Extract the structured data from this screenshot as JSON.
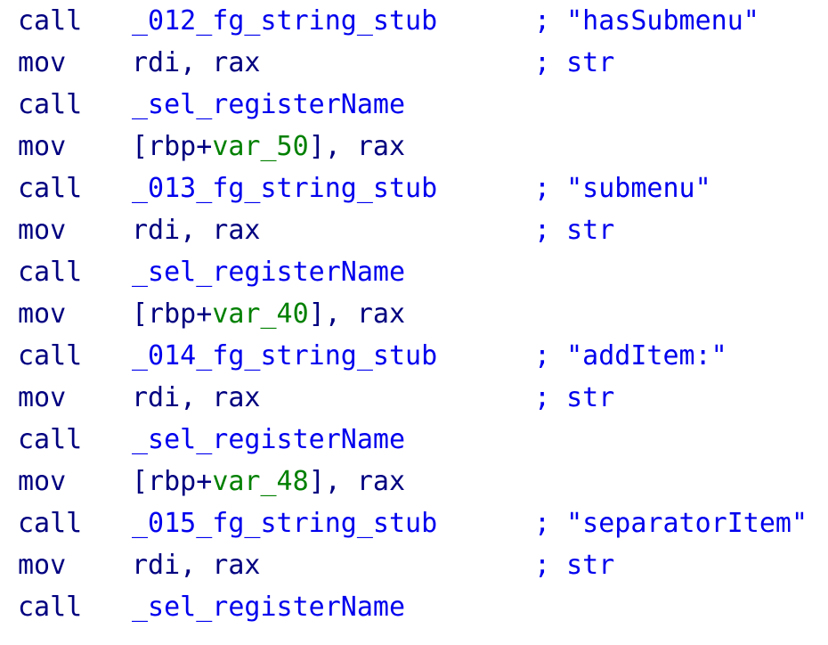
{
  "view": {
    "kind": "disassembly-listing",
    "background": "#ffffff",
    "colors": {
      "mnemonic": "#000080",
      "register": "#000080",
      "call_target": "#0000ee",
      "comment": "#0000ee",
      "stack_variable": "#008000",
      "punctuation": "#000080"
    }
  },
  "lines": [
    {
      "mnemonic": "call",
      "operand_text": "_012_fg_string_stub",
      "tokens": [
        {
          "text": "_012_fg_string_stub",
          "kind": "link"
        }
      ],
      "comment": "; \"hasSubmenu\""
    },
    {
      "mnemonic": "mov",
      "operand_text": "rdi, rax",
      "tokens": [
        {
          "text": "rdi, rax",
          "kind": "reg"
        }
      ],
      "comment": "; str"
    },
    {
      "mnemonic": "call",
      "operand_text": "_sel_registerName",
      "tokens": [
        {
          "text": "_sel_registerName",
          "kind": "link"
        }
      ],
      "comment": ""
    },
    {
      "mnemonic": "mov",
      "operand_text": "[rbp+var_50], rax",
      "tokens": [
        {
          "text": "[rbp+",
          "kind": "punct"
        },
        {
          "text": "var_50",
          "kind": "var"
        },
        {
          "text": "], rax",
          "kind": "punct"
        }
      ],
      "comment": ""
    },
    {
      "mnemonic": "call",
      "operand_text": "_013_fg_string_stub",
      "tokens": [
        {
          "text": "_013_fg_string_stub",
          "kind": "link"
        }
      ],
      "comment": "; \"submenu\""
    },
    {
      "mnemonic": "mov",
      "operand_text": "rdi, rax",
      "tokens": [
        {
          "text": "rdi, rax",
          "kind": "reg"
        }
      ],
      "comment": "; str"
    },
    {
      "mnemonic": "call",
      "operand_text": "_sel_registerName",
      "tokens": [
        {
          "text": "_sel_registerName",
          "kind": "link"
        }
      ],
      "comment": ""
    },
    {
      "mnemonic": "mov",
      "operand_text": "[rbp+var_40], rax",
      "tokens": [
        {
          "text": "[rbp+",
          "kind": "punct"
        },
        {
          "text": "var_40",
          "kind": "var"
        },
        {
          "text": "], rax",
          "kind": "punct"
        }
      ],
      "comment": ""
    },
    {
      "mnemonic": "call",
      "operand_text": "_014_fg_string_stub",
      "tokens": [
        {
          "text": "_014_fg_string_stub",
          "kind": "link"
        }
      ],
      "comment": "; \"addItem:\""
    },
    {
      "mnemonic": "mov",
      "operand_text": "rdi, rax",
      "tokens": [
        {
          "text": "rdi, rax",
          "kind": "reg"
        }
      ],
      "comment": "; str"
    },
    {
      "mnemonic": "call",
      "operand_text": "_sel_registerName",
      "tokens": [
        {
          "text": "_sel_registerName",
          "kind": "link"
        }
      ],
      "comment": ""
    },
    {
      "mnemonic": "mov",
      "operand_text": "[rbp+var_48], rax",
      "tokens": [
        {
          "text": "[rbp+",
          "kind": "punct"
        },
        {
          "text": "var_48",
          "kind": "var"
        },
        {
          "text": "], rax",
          "kind": "punct"
        }
      ],
      "comment": ""
    },
    {
      "mnemonic": "call",
      "operand_text": "_015_fg_string_stub",
      "tokens": [
        {
          "text": "_015_fg_string_stub",
          "kind": "link"
        }
      ],
      "comment": "; \"separatorItem\""
    },
    {
      "mnemonic": "mov",
      "operand_text": "rdi, rax",
      "tokens": [
        {
          "text": "rdi, rax",
          "kind": "reg"
        }
      ],
      "comment": "; str"
    },
    {
      "mnemonic": "call",
      "operand_text": "_sel_registerName",
      "tokens": [
        {
          "text": "_sel_registerName",
          "kind": "link"
        }
      ],
      "comment": ""
    }
  ]
}
